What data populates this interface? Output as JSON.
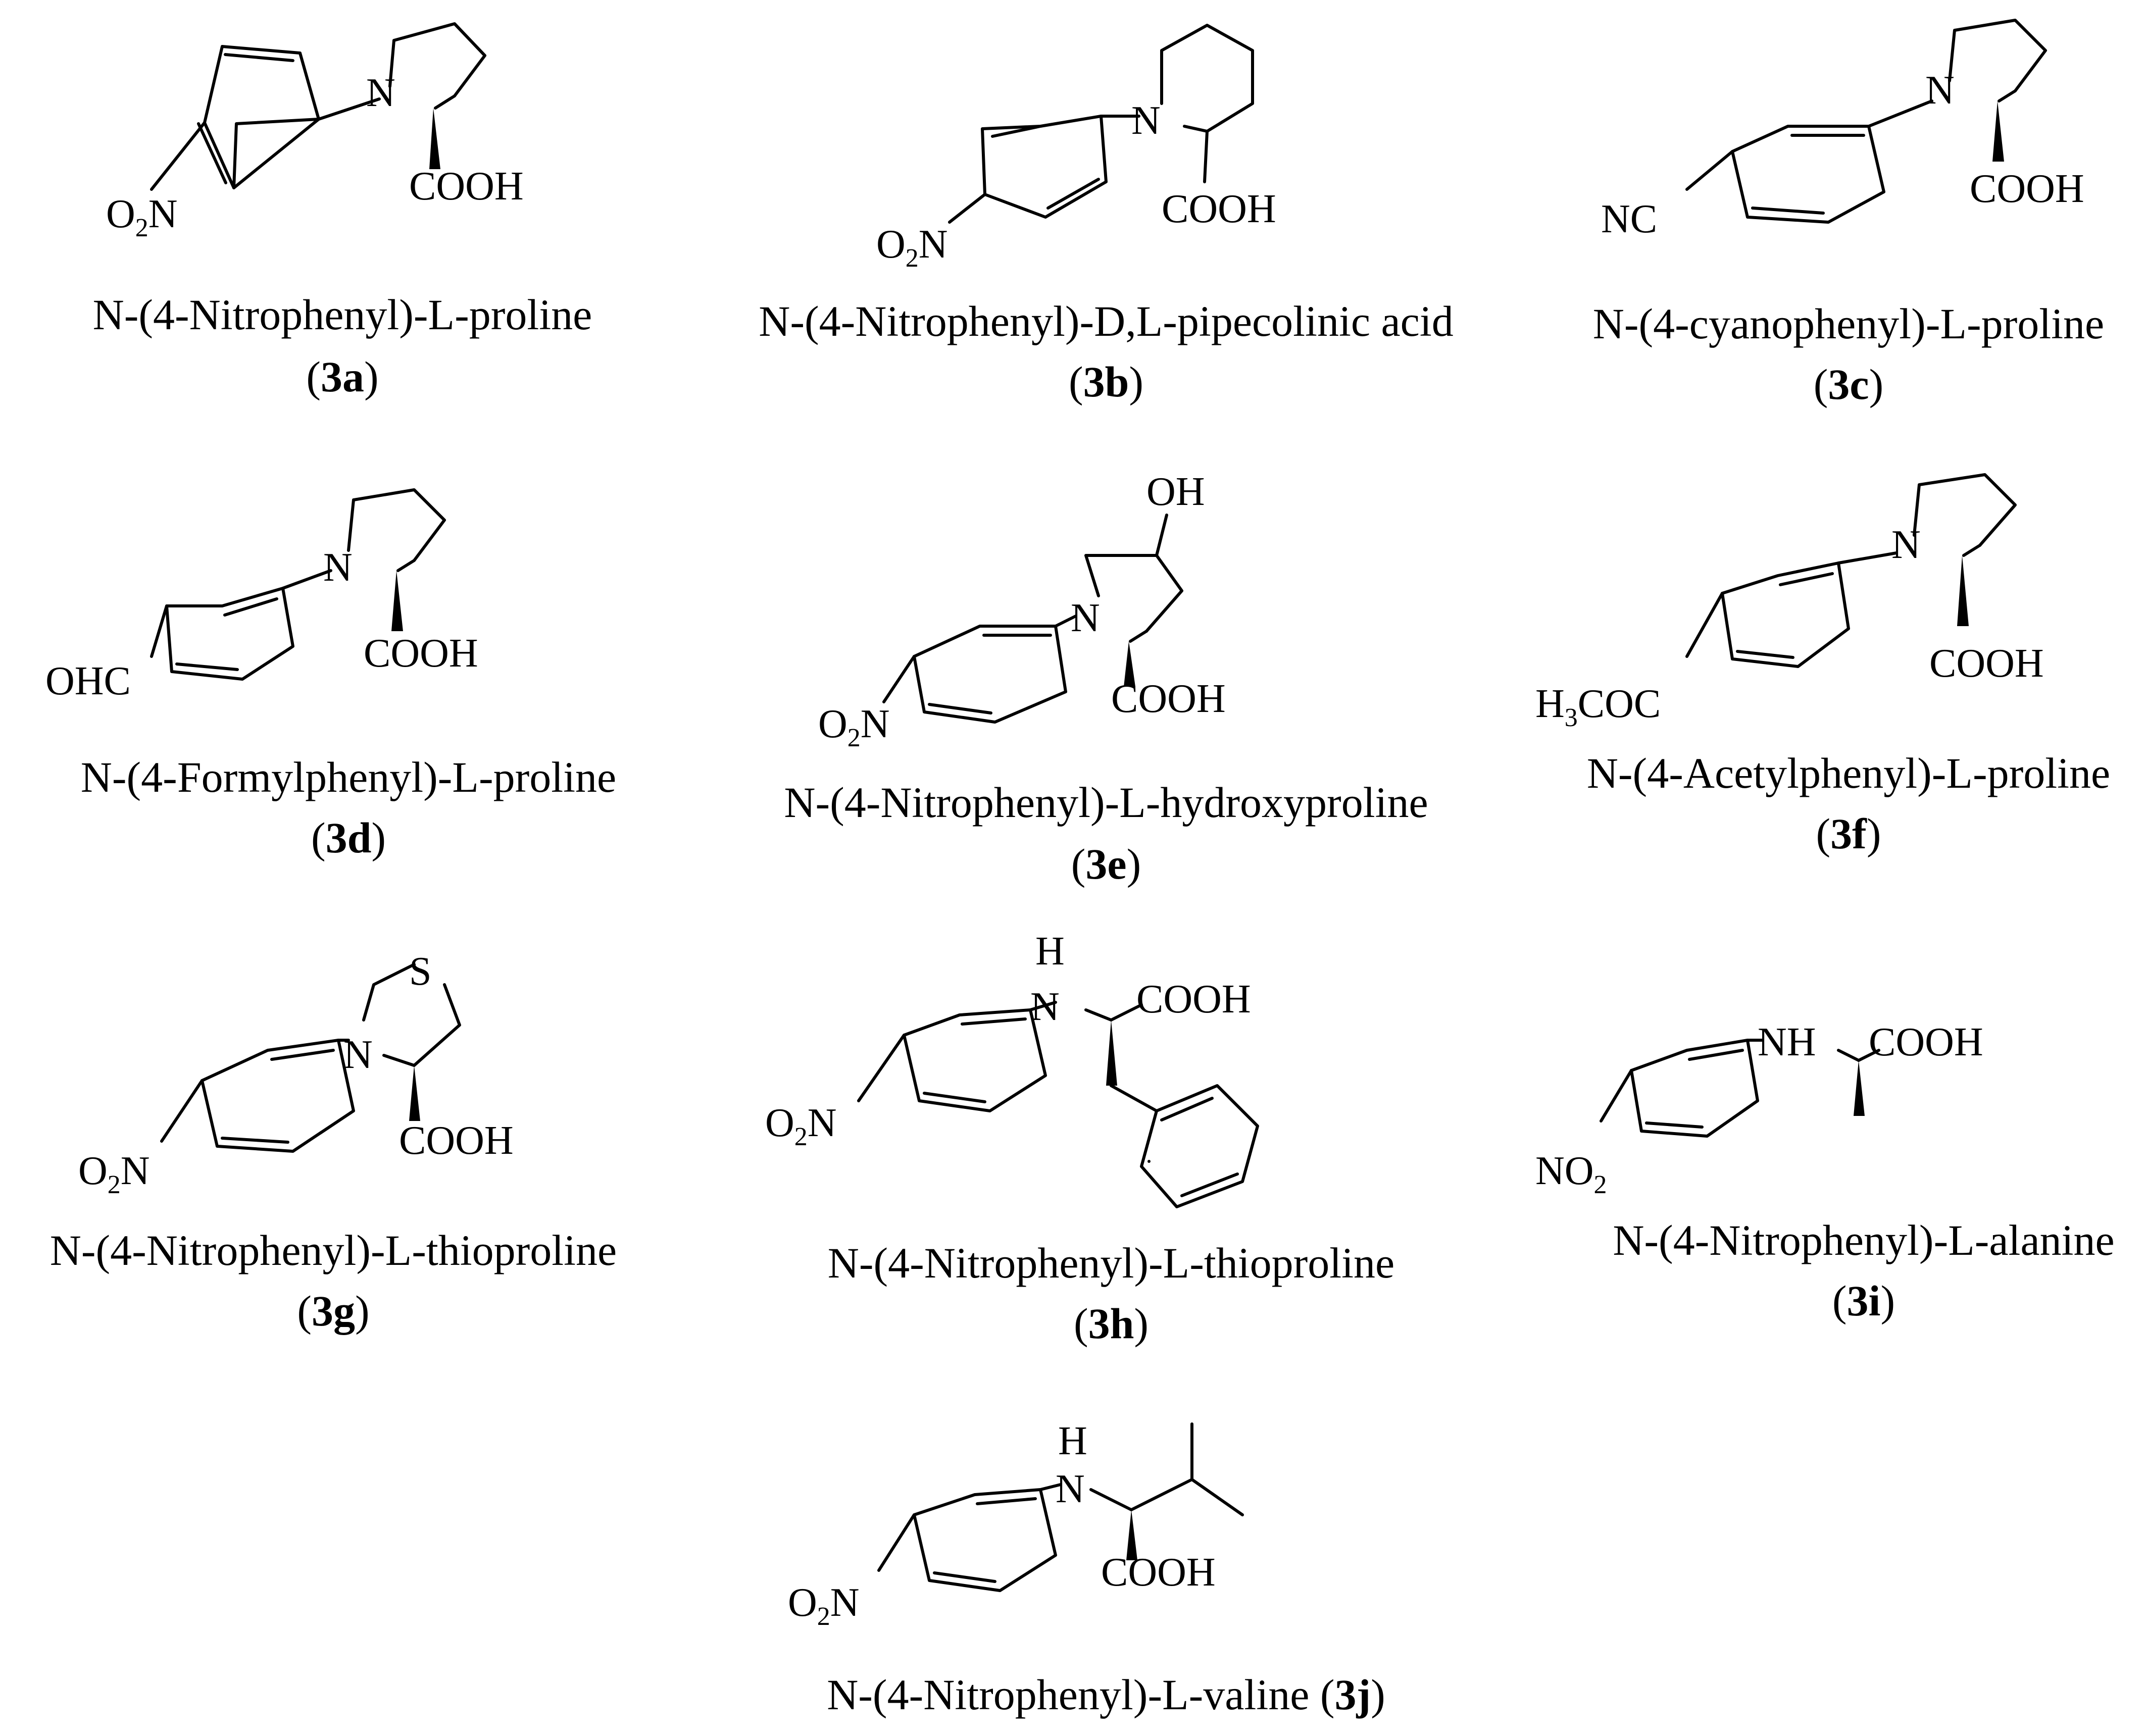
{
  "compounds": [
    {
      "id": "3a",
      "name": "N-(4-Nitrophenyl)-L-proline",
      "labels": {
        "n": "N",
        "acid": "COOH",
        "sub": "O2N"
      }
    },
    {
      "id": "3b",
      "name": "N-(4-Nitrophenyl)-D,L-pipecolinic acid",
      "labels": {
        "n": "N",
        "acid": "COOH",
        "sub": "O2N"
      }
    },
    {
      "id": "3c",
      "name": "N-(4-cyanophenyl)-L-proline",
      "labels": {
        "n": "N",
        "acid": "COOH",
        "sub": "NC"
      }
    },
    {
      "id": "3d",
      "name": "N-(4-Formylphenyl)-L-proline",
      "labels": {
        "n": "N",
        "acid": "COOH",
        "sub": "OHC"
      }
    },
    {
      "id": "3e",
      "name": "N-(4-Nitrophenyl)-L-hydroxyproline",
      "labels": {
        "n": "N",
        "acid": "COOH",
        "sub": "O2N",
        "oh": "OH"
      }
    },
    {
      "id": "3f",
      "name": "N-(4-Acetylphenyl)-L-proline",
      "labels": {
        "n": "N",
        "acid": "COOH",
        "sub": "H3COC"
      }
    },
    {
      "id": "3g",
      "name": "N-(4-Nitrophenyl)-L-thioproline",
      "labels": {
        "n": "N",
        "acid": "COOH",
        "sub": "O2N",
        "s": "S"
      }
    },
    {
      "id": "3h",
      "name": "N-(4-Nitrophenyl)-L-thioproline",
      "labels": {
        "n": "N",
        "h": "H",
        "acid": "COOH",
        "sub": "O2N"
      }
    },
    {
      "id": "3i",
      "name": "N-(4-Nitrophenyl)-L-alanine",
      "labels": {
        "nh": "NH",
        "acid": "COOH",
        "sub": "NO2"
      }
    },
    {
      "id": "3j",
      "name": "N-(4-Nitrophenyl)-L-valine",
      "labels": {
        "n": "N",
        "h": "H",
        "acid": "COOH",
        "sub": "O2N"
      }
    }
  ]
}
